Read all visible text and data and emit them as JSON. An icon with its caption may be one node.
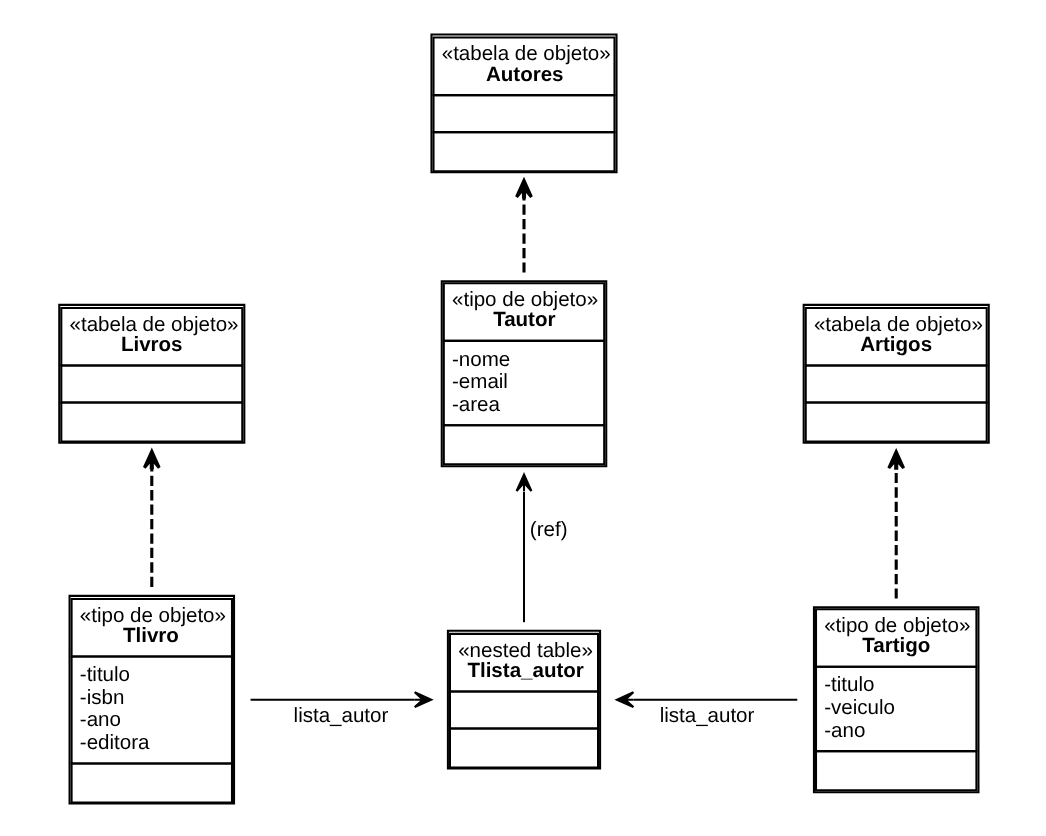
{
  "diagram": {
    "nodes": [
      {
        "text": [
          "«tabela de objeto»",
          "Autores"
        ]
      },
      {
        "text": [
          "«tabela de objeto»",
          "Livros"
        ]
      },
      {
        "text": [
          "«tabela de objeto»",
          "Artigos"
        ]
      },
      {
        "text": [
          "«tipo de objeto»",
          "Tautor",
          "-nome",
          "-email",
          "-area"
        ]
      },
      {
        "text": [
          "«tipo de objeto»",
          "Tlivro",
          "-titulo",
          "-isbn",
          "-ano",
          "-editora"
        ]
      },
      {
        "text": [
          "«nested table»",
          "Tlista_autor"
        ]
      },
      {
        "text": [
          "«tipo de objeto»",
          "Tartigo",
          "-titulo",
          "-veiculo",
          "-ano"
        ]
      }
    ],
    "edges": [
      {
        "from": 3,
        "to": 0,
        "arrow": "to",
        "style": "dashed"
      },
      {
        "from": 4,
        "to": 1,
        "arrow": "to",
        "style": "dashed"
      },
      {
        "from": 6,
        "to": 2,
        "arrow": "to",
        "style": "dashed"
      },
      {
        "from": 5,
        "to": 3,
        "arrow": "to",
        "label": "(ref)"
      },
      {
        "from": 4,
        "to": 5,
        "arrow": "to",
        "label": "lista_autor"
      },
      {
        "from": 6,
        "to": 5,
        "arrow": "to",
        "label": "lista_autor"
      }
    ]
  }
}
